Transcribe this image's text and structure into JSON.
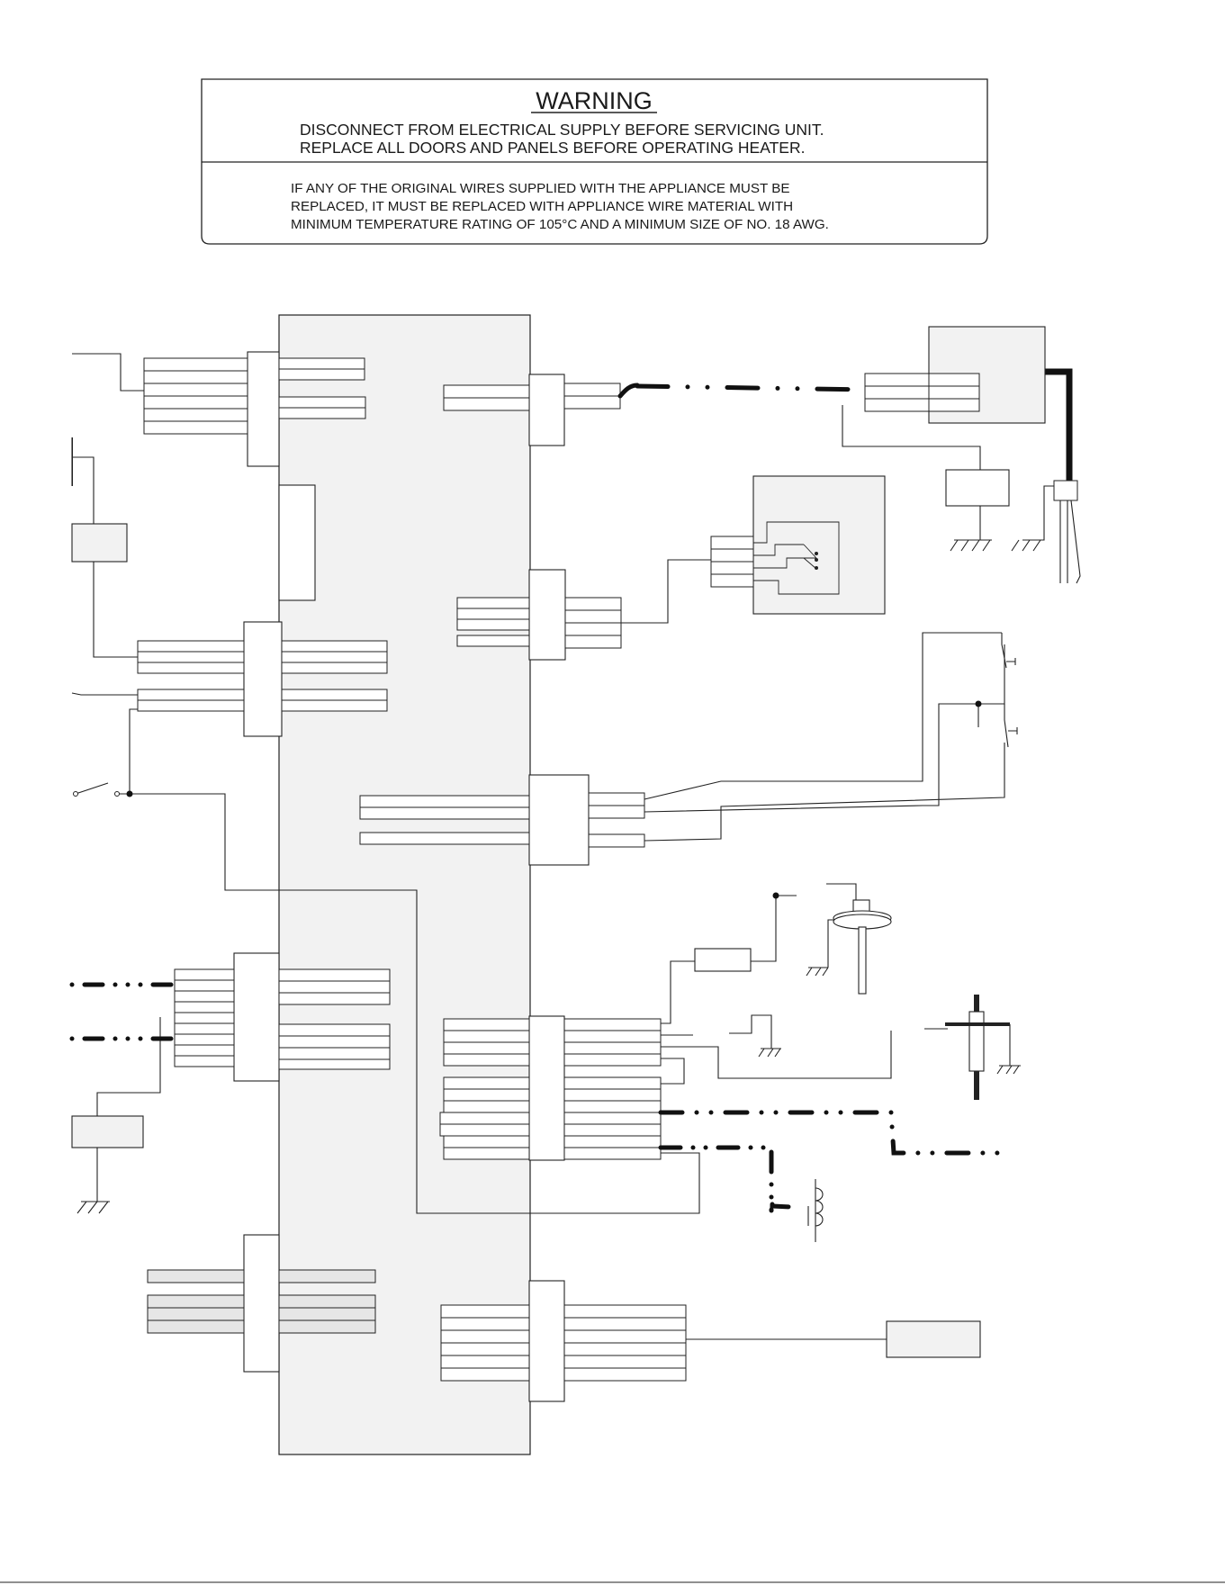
{
  "warning": {
    "title": "WARNING",
    "line1": "DISCONNECT FROM ELECTRICAL SUPPLY BEFORE SERVICING UNIT.",
    "line2": "REPLACE ALL DOORS AND PANELS BEFORE OPERATING HEATER.",
    "note1": "IF ANY OF THE ORIGINAL WIRES SUPPLIED WITH THE APPLIANCE MUST BE",
    "note2": "REPLACED, IT MUST BE REPLACED WITH APPLIANCE WIRE MATERIAL WITH",
    "note3": "MINIMUM TEMPERATURE RATING OF 105°C AND A MINIMUM SIZE OF NO. 18 AWG."
  }
}
